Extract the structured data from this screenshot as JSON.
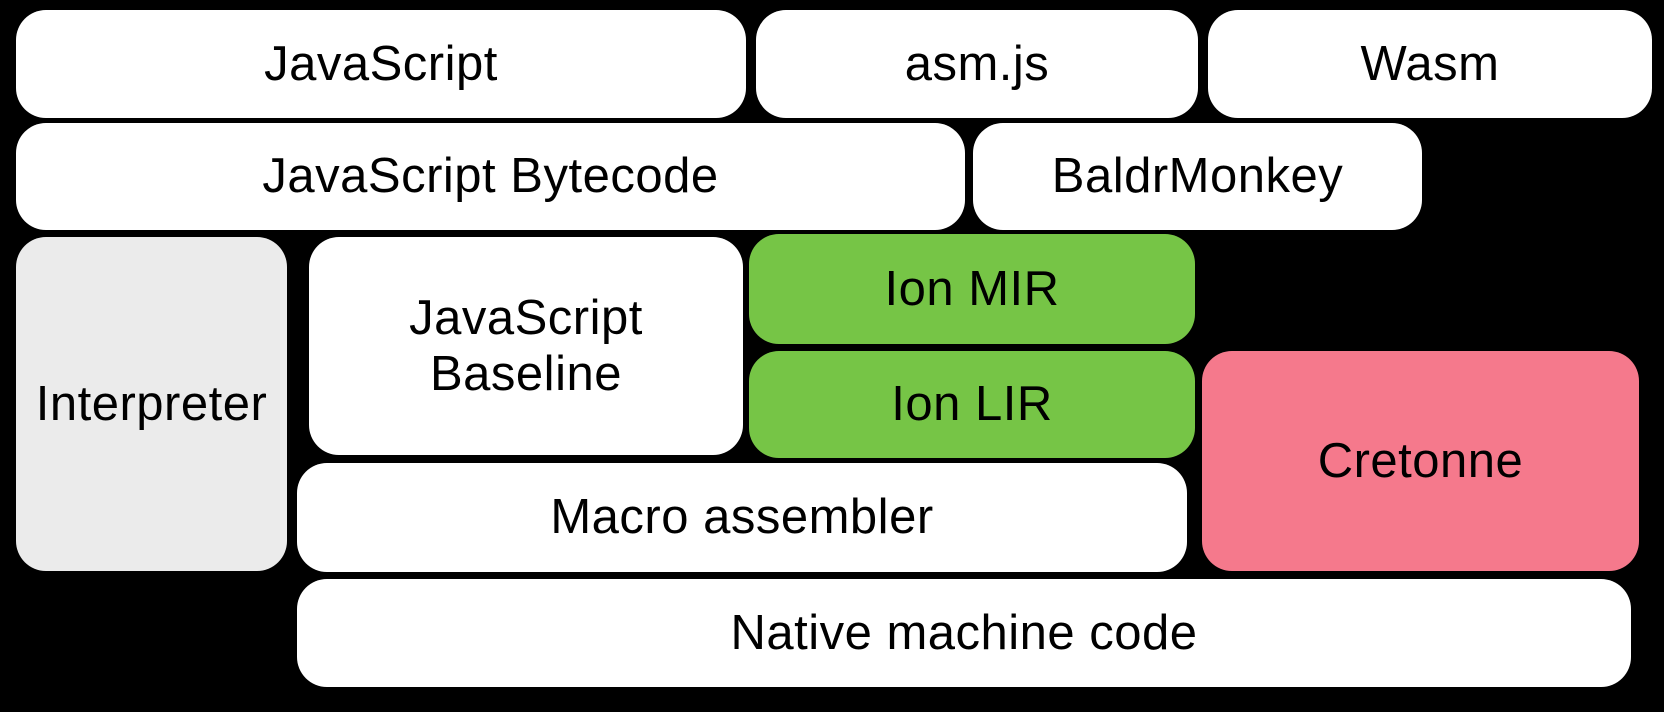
{
  "diagram": {
    "description_visible_text_only": "compiler pipeline block diagram",
    "colors": {
      "background": "#000000",
      "white_box": "#ffffff",
      "gray_box": "#ebebeb",
      "green_box": "#76c546",
      "pink_box": "#f5798c",
      "text": "#000000"
    },
    "boxes": {
      "javascript": {
        "label": "JavaScript",
        "fill": "#ffffff"
      },
      "asmjs": {
        "label": "asm.js",
        "fill": "#ffffff"
      },
      "wasm": {
        "label": "Wasm",
        "fill": "#ffffff"
      },
      "javascript_bytecode": {
        "label": "JavaScript Bytecode",
        "fill": "#ffffff"
      },
      "baldrmonkey": {
        "label": "BaldrMonkey",
        "fill": "#ffffff"
      },
      "interpreter": {
        "label": "Interpreter",
        "fill": "#ebebeb"
      },
      "javascript_baseline": {
        "label": "JavaScript\nBaseline",
        "fill": "#ffffff"
      },
      "ion_mir": {
        "label": "Ion MIR",
        "fill": "#76c546"
      },
      "ion_lir": {
        "label": "Ion LIR",
        "fill": "#76c546"
      },
      "cretonne": {
        "label": "Cretonne",
        "fill": "#f5798c"
      },
      "macro_assembler": {
        "label": "Macro assembler",
        "fill": "#ffffff"
      },
      "native_machine_code": {
        "label": "Native machine code",
        "fill": "#ffffff"
      }
    }
  }
}
